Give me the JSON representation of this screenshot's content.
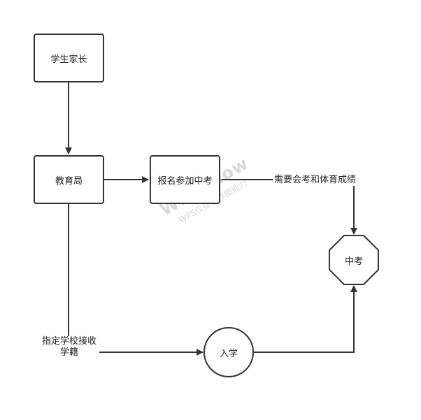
{
  "nodes": {
    "parents": "学生家长",
    "education_bureau": "教育局",
    "register_exam": "报名参加中考",
    "zhongkao": "中考",
    "enrollment": "入学"
  },
  "edge_labels": {
    "requires_scores": "需要会考和体育成绩",
    "assign_school_line1": "指定学校接收",
    "assign_school_line2": "学籍"
  },
  "watermark": {
    "title": "WPS Flow",
    "subtitle": "WPS仅提供作图能力"
  },
  "colors": {
    "stroke": "#333333",
    "text": "#222222",
    "watermark": "#cfcfcf"
  }
}
